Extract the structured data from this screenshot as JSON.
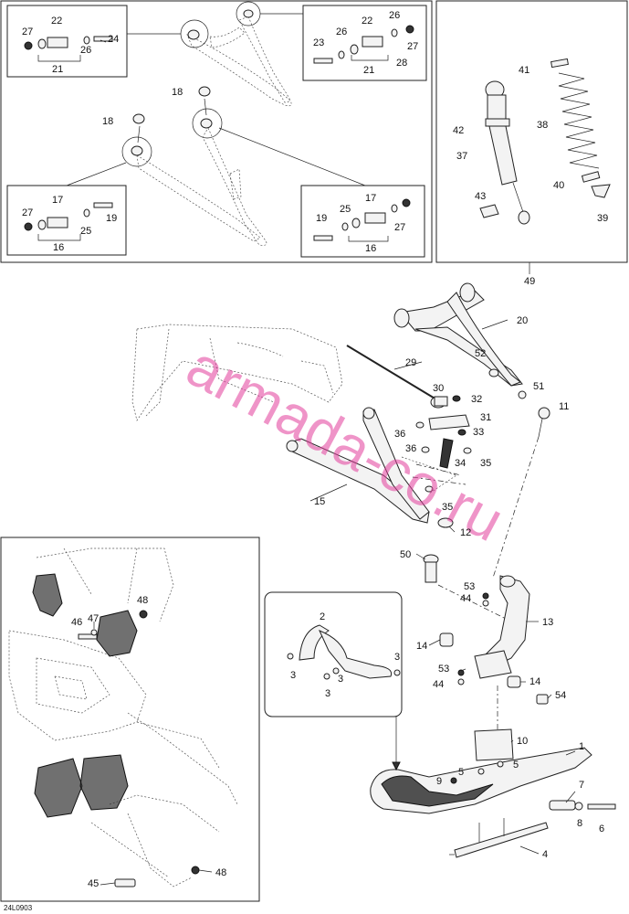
{
  "diagram": {
    "code": "24L0903",
    "watermark": "armada-co.ru",
    "callouts": {
      "c1": "1",
      "c2": "2",
      "c3a": "3",
      "c3b": "3",
      "c3c": "3",
      "c3d": "3",
      "c4": "4",
      "c5a": "5",
      "c5b": "5",
      "c6": "6",
      "c7": "7",
      "c8": "8",
      "c9": "9",
      "c10": "10",
      "c11": "11",
      "c12": "12",
      "c13": "13",
      "c14a": "14",
      "c14b": "14",
      "c15": "15",
      "c16a": "16",
      "c16b": "16",
      "c17a": "17",
      "c17b": "17",
      "c18a": "18",
      "c18b": "18",
      "c19a": "19",
      "c19b": "19",
      "c20": "20",
      "c21a": "21",
      "c21b": "21",
      "c22a": "22",
      "c22b": "22",
      "c23": "23",
      "c24": "24",
      "c25a": "25",
      "c25b": "25",
      "c26a": "26",
      "c26b": "26",
      "c26c": "26",
      "c27a": "27",
      "c27b": "27",
      "c27c": "27",
      "c27d": "27",
      "c28": "28",
      "c29": "29",
      "c30": "30",
      "c31": "31",
      "c32": "32",
      "c33": "33",
      "c34": "34",
      "c35a": "35",
      "c35b": "35",
      "c36a": "36",
      "c36b": "36",
      "c37": "37",
      "c38": "38",
      "c39": "39",
      "c40": "40",
      "c41": "41",
      "c42": "42",
      "c43": "43",
      "c44a": "44",
      "c44b": "44",
      "c45": "45",
      "c46": "46",
      "c47": "47",
      "c48a": "48",
      "c48b": "48",
      "c49": "49",
      "c50": "50",
      "c51": "51",
      "c52": "52",
      "c53a": "53",
      "c53b": "53",
      "c54": "54"
    }
  }
}
